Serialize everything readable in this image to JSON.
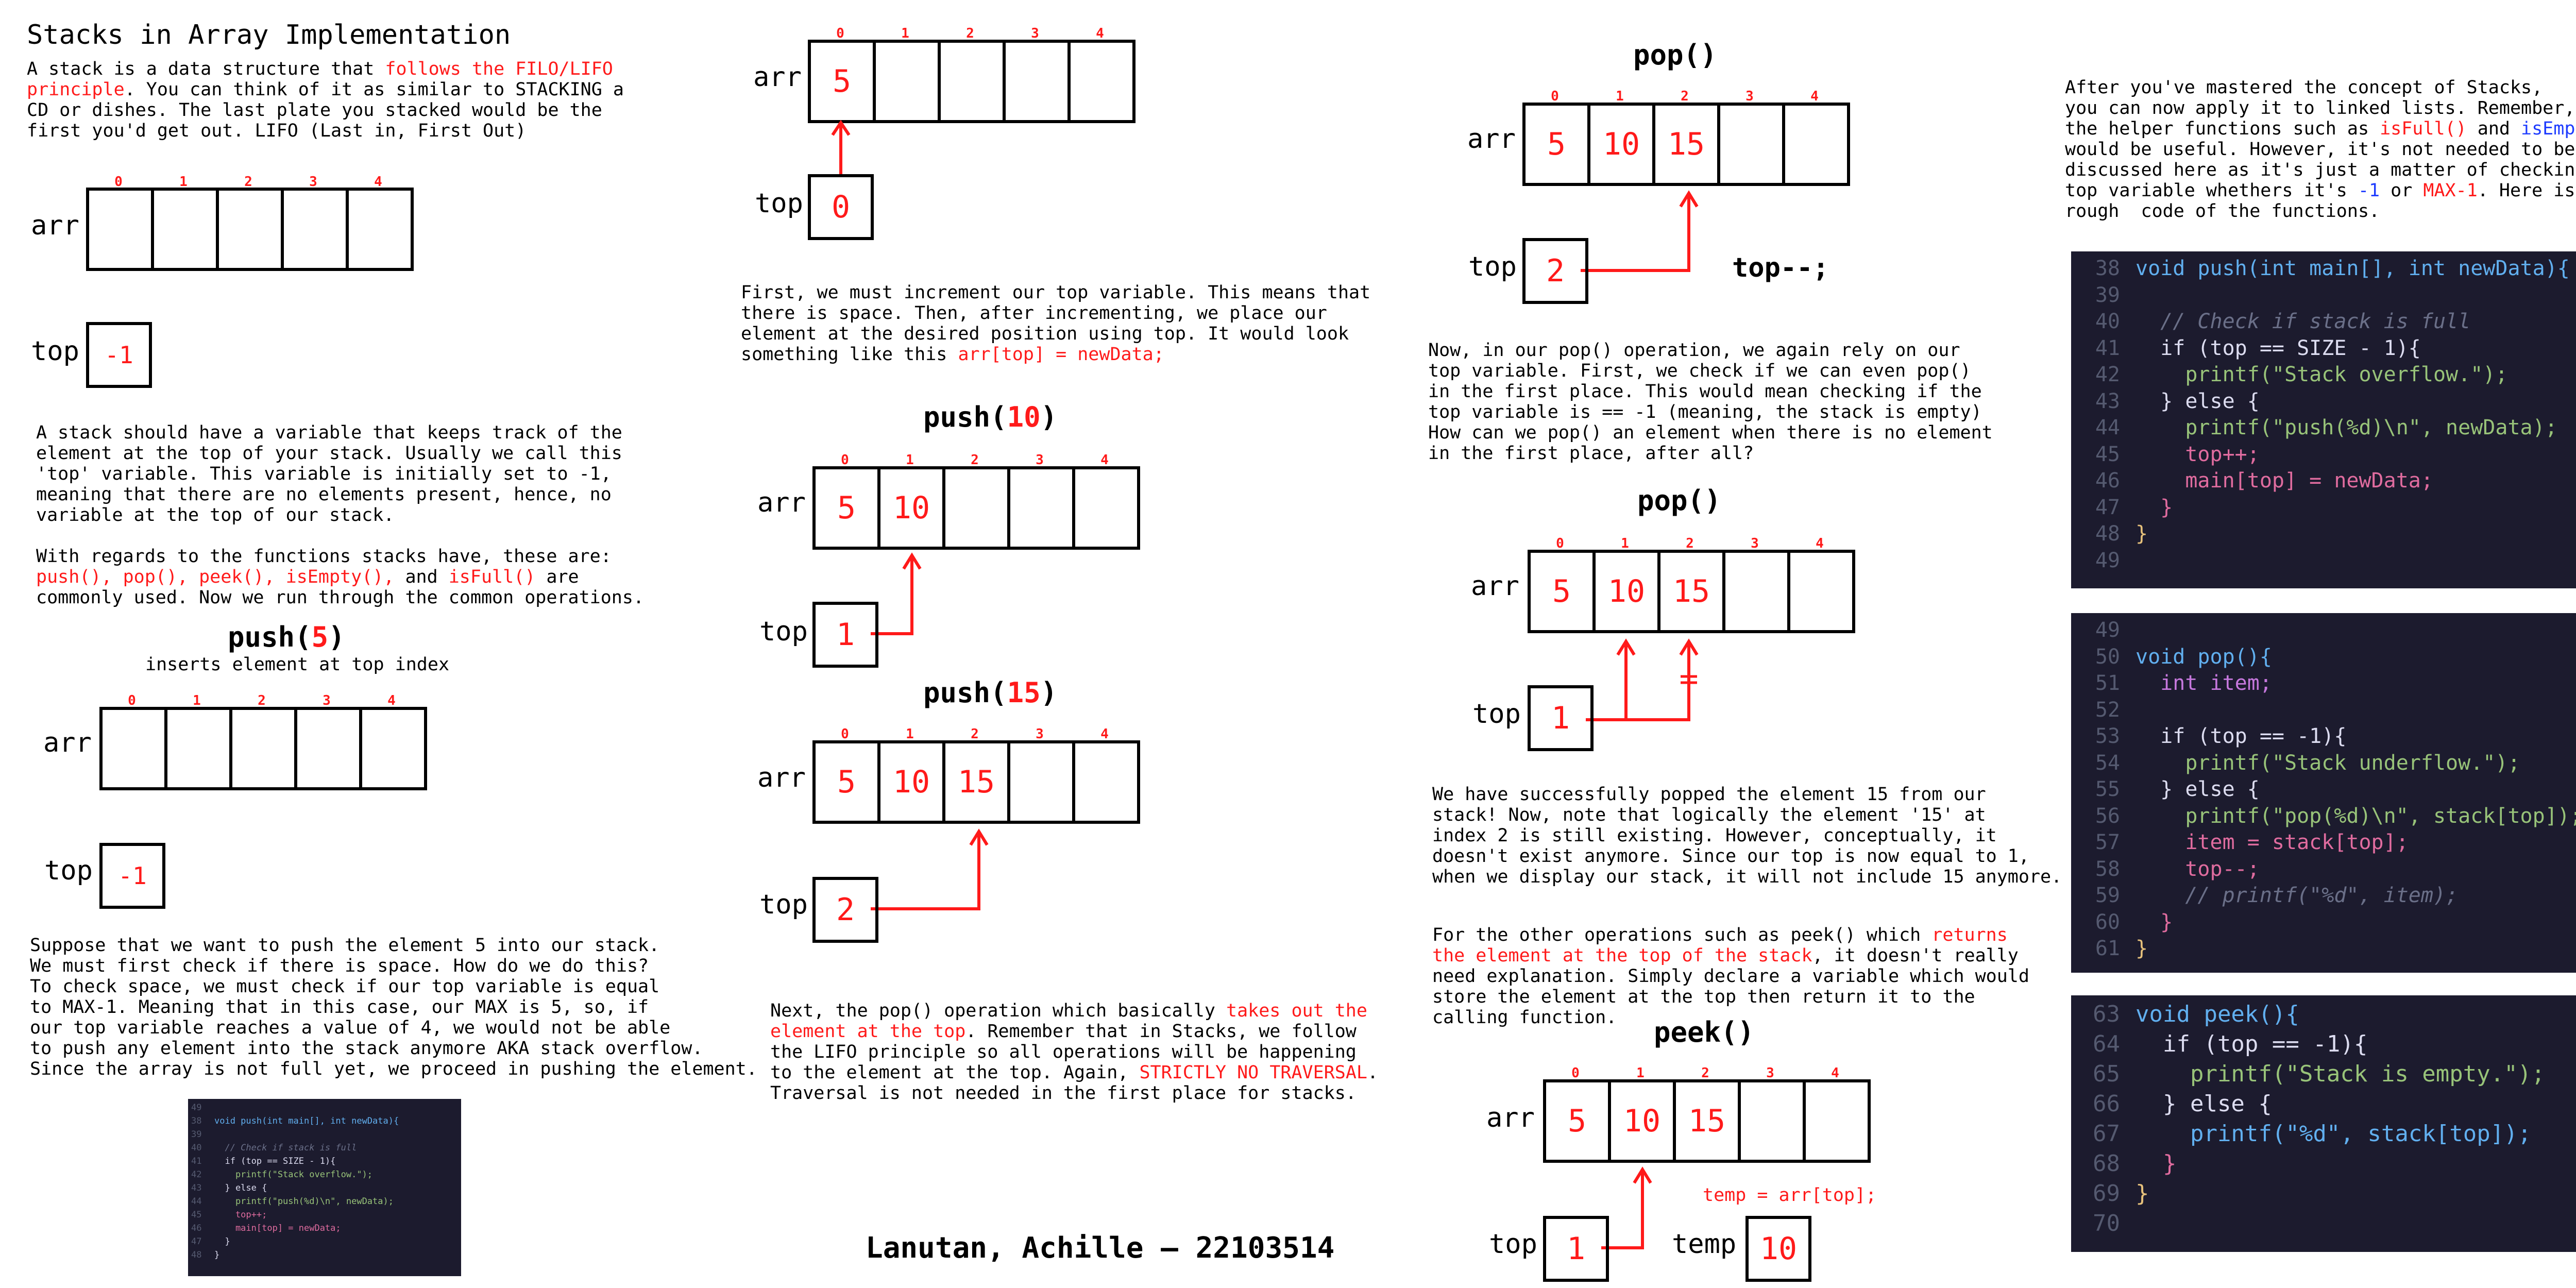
{
  "title": "Stacks in Array Implementation",
  "intro": {
    "l1a": "A stack is a data structure that ",
    "l1b": "follows the FILO/LIFO",
    "l2a": "principle",
    "l2b": ". You can think of it as similar to STACKING a",
    "l3": "CD or dishes. The last plate you stacked would be the",
    "l4": "first you'd get out. LIFO (Last in, First Out)"
  },
  "labels": {
    "arr": "arr",
    "top": "top",
    "temp": "temp"
  },
  "indices": [
    "0",
    "1",
    "2",
    "3",
    "4"
  ],
  "top_desc": [
    "A stack should have a variable that keeps track of the",
    "element at the top of your stack. Usually we call this",
    "'top' variable. This variable is initially set to -1,",
    "meaning that there are no elements present, hence, no",
    "variable at the top of our stack."
  ],
  "funcs": {
    "l1": "With regards to the functions stacks have, these are:",
    "l2a": "push(), pop(), peek(), isEmpty(),",
    "l2b": " and ",
    "l2c": "isFull()",
    "l2d": " are",
    "l3": "commonly used. Now we run through the common operations."
  },
  "push5": {
    "name": "push(",
    "arg": "5",
    "close": ")",
    "subtitle": "inserts element at top index"
  },
  "diagrams": {
    "initial": {
      "cells": [
        "",
        "",
        "",
        "",
        ""
      ],
      "top": "-1"
    },
    "push5_before": {
      "cells": [
        "",
        "",
        "",
        "",
        ""
      ],
      "top": "-1"
    },
    "push5_after": {
      "cells": [
        "5",
        "",
        "",
        "",
        ""
      ],
      "top": "0"
    },
    "push10": {
      "cells": [
        "5",
        "10",
        "",
        "",
        ""
      ],
      "top": "1"
    },
    "push15": {
      "cells": [
        "5",
        "10",
        "15",
        "",
        ""
      ],
      "top": "2"
    },
    "pop1": {
      "cells": [
        "5",
        "10",
        "15",
        "",
        ""
      ],
      "top": "2"
    },
    "pop2": {
      "cells": [
        "5",
        "10",
        "15",
        "",
        ""
      ],
      "top": "1"
    },
    "peek": {
      "cells": [
        "5",
        "10",
        "15",
        "",
        ""
      ],
      "top": "1",
      "temp": "10"
    }
  },
  "push_check": [
    "Suppose that we want to push the element 5 into our stack.",
    "We must first check if there is space. How do we do this?",
    "To check space, we must check if our top variable is equal",
    "to MAX-1. Meaning that in this case, our MAX is 5, so, if",
    "our top variable reaches a value of 4, we would not be able",
    "to push any element into the stack anymore AKA stack overflow.",
    "Since the array is not full yet, we proceed in pushing the element."
  ],
  "increment": {
    "l1": "First, we must increment our top variable. This means that",
    "l2": "there is space. Then, after incrementing, we place our",
    "l3": "element at the desired position using top. It would look",
    "l4a": "something like this ",
    "l4b": "arr[top] = newData;"
  },
  "push10": {
    "name": "push(",
    "arg": "10",
    "close": ")"
  },
  "push15": {
    "name": "push(",
    "arg": "15",
    "close": ")"
  },
  "next_pop": {
    "l1a": "Next, the pop() operation which basically ",
    "l1b": "takes out the",
    "l2a": "element at the top",
    "l2b": ". Remember that in Stacks, we follow",
    "l3": "the LIFO principle so all operations will be happening",
    "l4": "to the element at the top. Again, ",
    "l4b": "STRICTLY NO TRAVERSAL",
    "l4c": ".",
    "l5": "Traversal is not needed in the first place for stacks."
  },
  "author": "Lanutan, Achille — 22103514",
  "pop_title": "pop()",
  "top_dec": "top--;",
  "pop_desc": [
    "Now, in our pop() operation, we again rely on our",
    "top variable. First, we check if we can even pop()",
    "in the first place. This would mean checking if the",
    "top variable is == -1 (meaning, the stack is empty)",
    "How can we pop() an element when there is no element",
    "in the first place, after all?"
  ],
  "popped_desc": [
    "We have successfully popped the element 15 from our",
    "stack! Now, note that logically the element '15' at",
    "index 2 is still existing. However, conceptually, it",
    "doesn't exist anymore. Since our top is now equal to 1,",
    "when we display our stack, it will not include 15 anymore."
  ],
  "other_ops": {
    "l1a": "For the other operations such as peek() which ",
    "l1b": "returns",
    "l2a": "the element at the top of the stack",
    "l2b": ", it doesn't really",
    "l3": "need explanation. Simply declare a variable which would",
    "l4": "store the element at the top then return it to the",
    "l5": "calling function."
  },
  "peek_title": "peek()",
  "temp_assign": "temp = arr[top];",
  "linked": {
    "l1": "After you've mastered the concept of Stacks,",
    "l2": "you can now apply it to linked lists. Remember,",
    "l3a": "the helper functions such as ",
    "l3b": "isFull()",
    "l3c": " and ",
    "l3d": "isEmpty()",
    "l4": "would be useful. However, it's not needed to be",
    "l5": "discussed here as it's just a matter of checking your",
    "l6a": "top variable whethers it's ",
    "l6b": "-1",
    "l6c": " or ",
    "l6d": "MAX-1",
    "l6e": ". Here is the",
    "l7": "rough  code of the functions."
  },
  "code_push": {
    "lines": [
      {
        "n": "38",
        "t": "void push(int main[], int newData){"
      },
      {
        "n": "39",
        "t": ""
      },
      {
        "n": "40",
        "t": "  // Check if stack is full"
      },
      {
        "n": "41",
        "t": "  if (top == SIZE - 1){"
      },
      {
        "n": "42",
        "t": "    printf(\"Stack overflow.\");"
      },
      {
        "n": "43",
        "t": "  } else {"
      },
      {
        "n": "44",
        "t": "    printf(\"push(%d)\\n\", newData);"
      },
      {
        "n": "45",
        "t": "    top++;"
      },
      {
        "n": "46",
        "t": "    main[top] = newData;"
      },
      {
        "n": "47",
        "t": "  }"
      },
      {
        "n": "48",
        "t": "}"
      },
      {
        "n": "49",
        "t": ""
      }
    ]
  },
  "code_pop": {
    "lines": [
      {
        "n": "49",
        "t": ""
      },
      {
        "n": "50",
        "t": "void pop(){"
      },
      {
        "n": "51",
        "t": "  int item;"
      },
      {
        "n": "52",
        "t": ""
      },
      {
        "n": "53",
        "t": "  if (top == -1){"
      },
      {
        "n": "54",
        "t": "    printf(\"Stack underflow.\");"
      },
      {
        "n": "55",
        "t": "  } else {"
      },
      {
        "n": "56",
        "t": "    printf(\"pop(%d)\\n\", stack[top]);"
      },
      {
        "n": "57",
        "t": "    item = stack[top];"
      },
      {
        "n": "58",
        "t": "    top--;"
      },
      {
        "n": "59",
        "t": "    // printf(\"%d\", item);"
      },
      {
        "n": "60",
        "t": "  }"
      },
      {
        "n": "61",
        "t": "}"
      }
    ]
  },
  "code_peek": {
    "lines": [
      {
        "n": "63",
        "t": "void peek(){"
      },
      {
        "n": "64",
        "t": "  if (top == -1){"
      },
      {
        "n": "65",
        "t": "    printf(\"Stack is empty.\");"
      },
      {
        "n": "66",
        "t": "  } else {"
      },
      {
        "n": "67",
        "t": "    printf(\"%d\", stack[top]);"
      },
      {
        "n": "68",
        "t": "  }"
      },
      {
        "n": "69",
        "t": "}"
      },
      {
        "n": "70",
        "t": ""
      }
    ]
  }
}
